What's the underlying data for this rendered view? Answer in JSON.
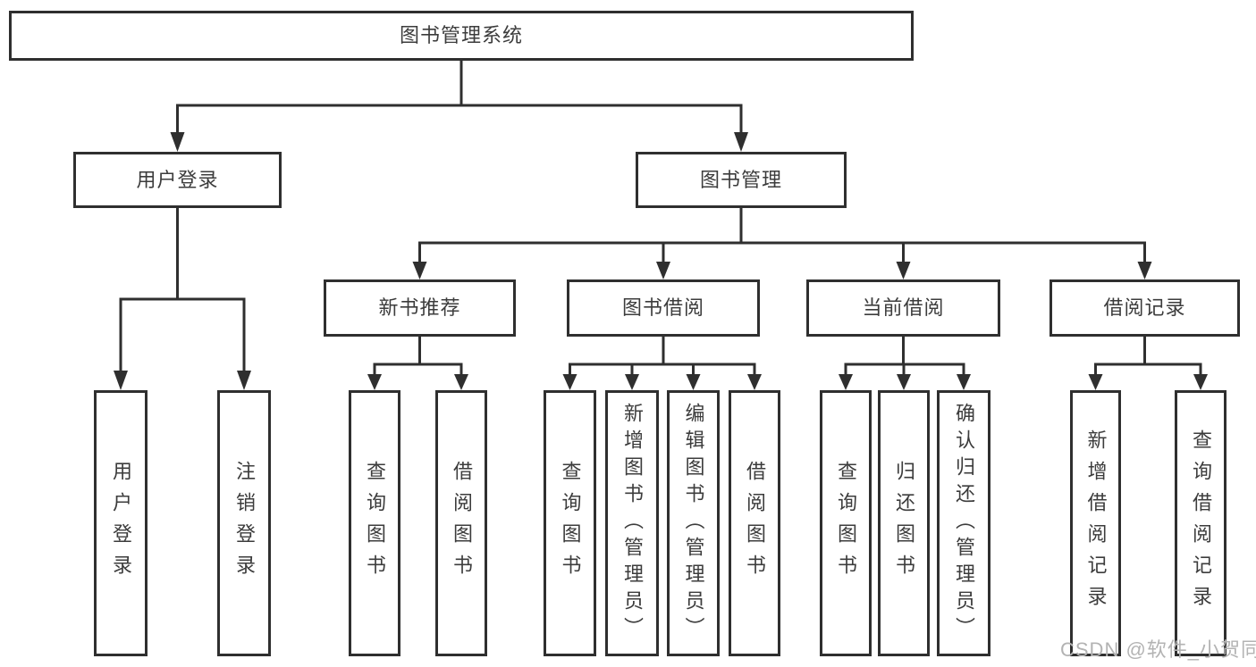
{
  "diagram": {
    "type": "hierarchy-tree",
    "title": "图书管理系统"
  },
  "colors": {
    "line": "#2f2f2f",
    "box_border": "#2f2f2f",
    "text": "#3c3c3c",
    "background": "#ffffff",
    "watermark": "#b3b3b3"
  },
  "watermark": {
    "text": "CSDN @软件_小贺同学"
  },
  "nodes": {
    "root": {
      "label": "图书管理系统"
    },
    "user_login": {
      "label": "用户登录"
    },
    "book_mgmt": {
      "label": "图书管理"
    },
    "new_book_rec": {
      "label": "新书推荐"
    },
    "book_borrow": {
      "label": "图书借阅"
    },
    "current_borrow": {
      "label": "当前借阅"
    },
    "borrow_records": {
      "label": "借阅记录"
    },
    "user_login_leaf": {
      "label": "用户登录"
    },
    "logout": {
      "label": "注销登录"
    },
    "rec_query_books": {
      "label": "查询图书"
    },
    "rec_borrow_books": {
      "label": "借阅图书"
    },
    "bb_query_books": {
      "label": "查询图书"
    },
    "bb_add_books": {
      "label": "新增图书（管理员）"
    },
    "bb_edit_books": {
      "label": "编辑图书（管理员）"
    },
    "bb_borrow_books": {
      "label": "借阅图书"
    },
    "cb_query_books": {
      "label": "查询图书"
    },
    "cb_return_books": {
      "label": "归还图书"
    },
    "cb_confirm_return": {
      "label": "确认归还（管理员）"
    },
    "br_add_record": {
      "label": "新增借阅记录"
    },
    "br_query_record": {
      "label": "查询借阅记录"
    }
  },
  "edges": [
    [
      "图书管理系统",
      "用户登录"
    ],
    [
      "图书管理系统",
      "图书管理"
    ],
    [
      "用户登录",
      "用户登录"
    ],
    [
      "用户登录",
      "注销登录"
    ],
    [
      "图书管理",
      "新书推荐"
    ],
    [
      "图书管理",
      "图书借阅"
    ],
    [
      "图书管理",
      "当前借阅"
    ],
    [
      "图书管理",
      "借阅记录"
    ],
    [
      "新书推荐",
      "查询图书"
    ],
    [
      "新书推荐",
      "借阅图书"
    ],
    [
      "图书借阅",
      "查询图书"
    ],
    [
      "图书借阅",
      "新增图书（管理员）"
    ],
    [
      "图书借阅",
      "编辑图书（管理员）"
    ],
    [
      "图书借阅",
      "借阅图书"
    ],
    [
      "当前借阅",
      "查询图书"
    ],
    [
      "当前借阅",
      "归还图书"
    ],
    [
      "当前借阅",
      "确认归还（管理员）"
    ],
    [
      "借阅记录",
      "新增借阅记录"
    ],
    [
      "借阅记录",
      "查询借阅记录"
    ]
  ]
}
